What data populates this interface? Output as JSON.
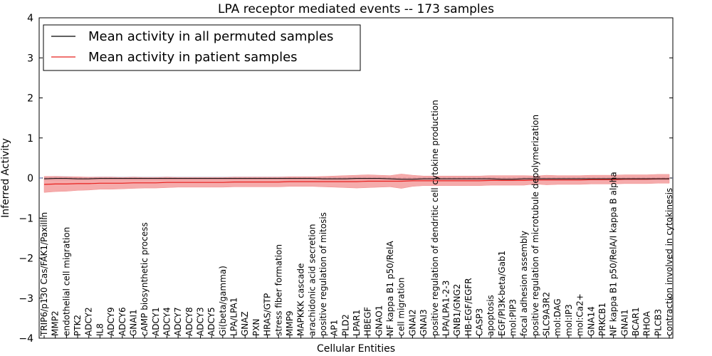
{
  "chart_data": {
    "type": "line",
    "title": "LPA receptor mediated events -- 173 samples",
    "xlabel": "Cellular Entities",
    "ylabel": "Inferred Activity",
    "ylim": [
      -4,
      4
    ],
    "yticks": [
      -4,
      -3,
      -2,
      -1,
      0,
      1,
      2,
      3,
      4
    ],
    "legend_position": "top-left",
    "colors": {
      "permuted": "#000000",
      "patient": "#e8201e",
      "band": "#f28f8f",
      "permuted_band": "#bfbfcf",
      "zero_line": "#4a5fb0"
    },
    "x_labels": [
      "TRIP6/p130 Cas/FAK1/Paxillin",
      "MMP2",
      "endothelial cell migration",
      "PTK2",
      "ADCY2",
      "IL8",
      "ADCY9",
      "ADCY6",
      "GNAI1",
      "cAMP biosynthetic process",
      "ADCY1",
      "ADCY4",
      "ADCY7",
      "ADCY8",
      "ADCY3",
      "ADCY5",
      "Gi(beta/gamma)",
      "LPA/LPA1",
      "GNAZ",
      "PXN",
      "HRAS/GTP",
      "stress fiber formation",
      "MMP9",
      "MAPKKK cascade",
      "arachidonic acid secretion",
      "positive regulation of mitosis",
      "AP1",
      "PLD2",
      "LPAR1",
      "HBEGF",
      "GNAO1",
      "NF kappa B1 p50/RelA",
      "cell migration",
      "GNAI2",
      "GNAI3",
      "positive regulation of dendritic cell cytokine production",
      "LPA/LPA1-2-3",
      "GNB1/GNG2",
      "HB-EGF/EGFR",
      "CASP3",
      "apoptosis",
      "EGF/PI3K-beta/Gab1",
      "mol:PIP3",
      "focal adhesion assembly",
      "positive regulation of microtubule depolymerization",
      "SLC9A3R2",
      "mol:DAG",
      "mol:IP3",
      "mol:Ca2+",
      "GNA14",
      "PRKCB1",
      "NF kappa B1 p50/RelA/I kappa B alpha",
      "GNAI1",
      "BCAR1",
      "RHOA",
      "PLCB3",
      "contraction involved in cytokinesis"
    ],
    "series": [
      {
        "name": "Mean activity in all permuted samples",
        "values": [
          -0.02,
          -0.01,
          -0.01,
          -0.02,
          -0.02,
          -0.01,
          -0.01,
          -0.01,
          -0.01,
          -0.01,
          -0.01,
          -0.01,
          -0.01,
          -0.01,
          -0.01,
          -0.01,
          -0.01,
          -0.01,
          -0.01,
          -0.01,
          -0.01,
          -0.01,
          -0.01,
          -0.01,
          -0.01,
          -0.02,
          -0.02,
          -0.02,
          -0.01,
          -0.01,
          -0.01,
          -0.02,
          -0.03,
          -0.03,
          -0.02,
          -0.02,
          -0.02,
          -0.02,
          -0.02,
          -0.02,
          -0.02,
          -0.03,
          -0.03,
          -0.02,
          -0.02,
          -0.02,
          -0.02,
          -0.02,
          -0.02,
          -0.02,
          -0.02,
          -0.02,
          -0.02,
          -0.02,
          -0.02,
          -0.02,
          -0.02
        ],
        "band": [
          0.05,
          0.06,
          0.06,
          0.05,
          0.05,
          0.05,
          0.05,
          0.05,
          0.05,
          0.05,
          0.05,
          0.05,
          0.05,
          0.05,
          0.05,
          0.05,
          0.05,
          0.05,
          0.05,
          0.05,
          0.05,
          0.05,
          0.05,
          0.05,
          0.05,
          0.05,
          0.05,
          0.05,
          0.05,
          0.05,
          0.05,
          0.05,
          0.05,
          0.05,
          0.05,
          0.05,
          0.05,
          0.05,
          0.05,
          0.05,
          0.05,
          0.05,
          0.05,
          0.05,
          0.05,
          0.05,
          0.05,
          0.05,
          0.05,
          0.05,
          0.05,
          0.05,
          0.05,
          0.05,
          0.05,
          0.05,
          0.05
        ]
      },
      {
        "name": "Mean activity in patient samples",
        "values": [
          -0.16,
          -0.15,
          -0.15,
          -0.14,
          -0.14,
          -0.13,
          -0.13,
          -0.13,
          -0.12,
          -0.12,
          -0.12,
          -0.11,
          -0.11,
          -0.11,
          -0.11,
          -0.11,
          -0.11,
          -0.1,
          -0.1,
          -0.1,
          -0.1,
          -0.1,
          -0.09,
          -0.09,
          -0.09,
          -0.09,
          -0.09,
          -0.09,
          -0.09,
          -0.08,
          -0.08,
          -0.08,
          -0.08,
          -0.07,
          -0.07,
          -0.07,
          -0.07,
          -0.07,
          -0.07,
          -0.07,
          -0.06,
          -0.06,
          -0.06,
          -0.06,
          -0.05,
          -0.05,
          -0.05,
          -0.05,
          -0.05,
          -0.04,
          -0.04,
          -0.04,
          -0.03,
          -0.03,
          -0.03,
          -0.02,
          -0.02
        ],
        "band": [
          0.2,
          0.19,
          0.18,
          0.17,
          0.16,
          0.15,
          0.15,
          0.14,
          0.14,
          0.13,
          0.13,
          0.13,
          0.12,
          0.12,
          0.12,
          0.12,
          0.12,
          0.12,
          0.12,
          0.12,
          0.12,
          0.12,
          0.12,
          0.12,
          0.12,
          0.13,
          0.14,
          0.15,
          0.16,
          0.16,
          0.15,
          0.14,
          0.18,
          0.14,
          0.12,
          0.12,
          0.12,
          0.12,
          0.12,
          0.12,
          0.12,
          0.12,
          0.12,
          0.12,
          0.1,
          0.12,
          0.11,
          0.11,
          0.11,
          0.11,
          0.11,
          0.11,
          0.11,
          0.11,
          0.11,
          0.11,
          0.11
        ]
      }
    ]
  }
}
